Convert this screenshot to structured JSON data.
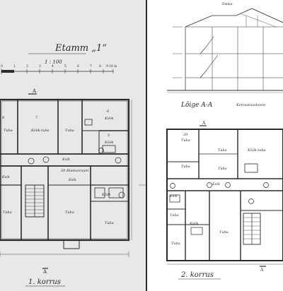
{
  "left_sheet": {
    "title": "Etamm „1“",
    "scale_label": "1 : 100",
    "scale_ticks": [
      "0",
      "1",
      "2",
      "3",
      "4",
      "5",
      "6",
      "7",
      "8",
      "9",
      "10 m"
    ],
    "section_marks": [
      "A",
      "A"
    ],
    "floor_label": "1. korrus",
    "rooms": [
      {
        "no": "8",
        "name": "Tuba"
      },
      {
        "no": "7",
        "name": "Köök-tuba"
      },
      {
        "no": "",
        "name": "Tuba"
      },
      {
        "no": "6",
        "name": "Köök"
      },
      {
        "no": "5",
        "name": "Köök"
      },
      {
        "no": "",
        "name": "Esik"
      },
      {
        "no": "",
        "name": "Esik"
      },
      {
        "no": "",
        "name": "Esik"
      },
      {
        "no": "",
        "name": "Tuba"
      },
      {
        "no": "20",
        "name": "Riietusruum"
      },
      {
        "no": "",
        "name": "Tuba"
      },
      {
        "no": "",
        "name": "Köök"
      },
      {
        "no": "",
        "name": "Tuba"
      },
      {
        "no": "",
        "name": "Tuba"
      }
    ]
  },
  "right_sheet": {
    "header_label": "Emma",
    "section_label": "Lõige A-A",
    "side_note": "Korrustusskeem",
    "section_marks": [
      "A",
      "A"
    ],
    "floor_label": "2. korrus",
    "rooms": [
      {
        "no": "20",
        "name": "Tuba"
      },
      {
        "no": "",
        "name": "Tuba"
      },
      {
        "no": "",
        "name": "Köök-tuba"
      },
      {
        "no": "",
        "name": "Tuba"
      },
      {
        "no": "",
        "name": "Tuba"
      },
      {
        "no": "",
        "name": "Esik"
      },
      {
        "no": "",
        "name": "Esik"
      },
      {
        "no": "",
        "name": "Tuba"
      },
      {
        "no": "",
        "name": "Tuba"
      },
      {
        "no": "",
        "name": "Tuba"
      },
      {
        "no": "",
        "name": "Köök"
      }
    ]
  },
  "colors": {
    "ink": "#2b2b2b",
    "paper_left": "#e9e8e6",
    "paper_right": "#ffffff"
  }
}
